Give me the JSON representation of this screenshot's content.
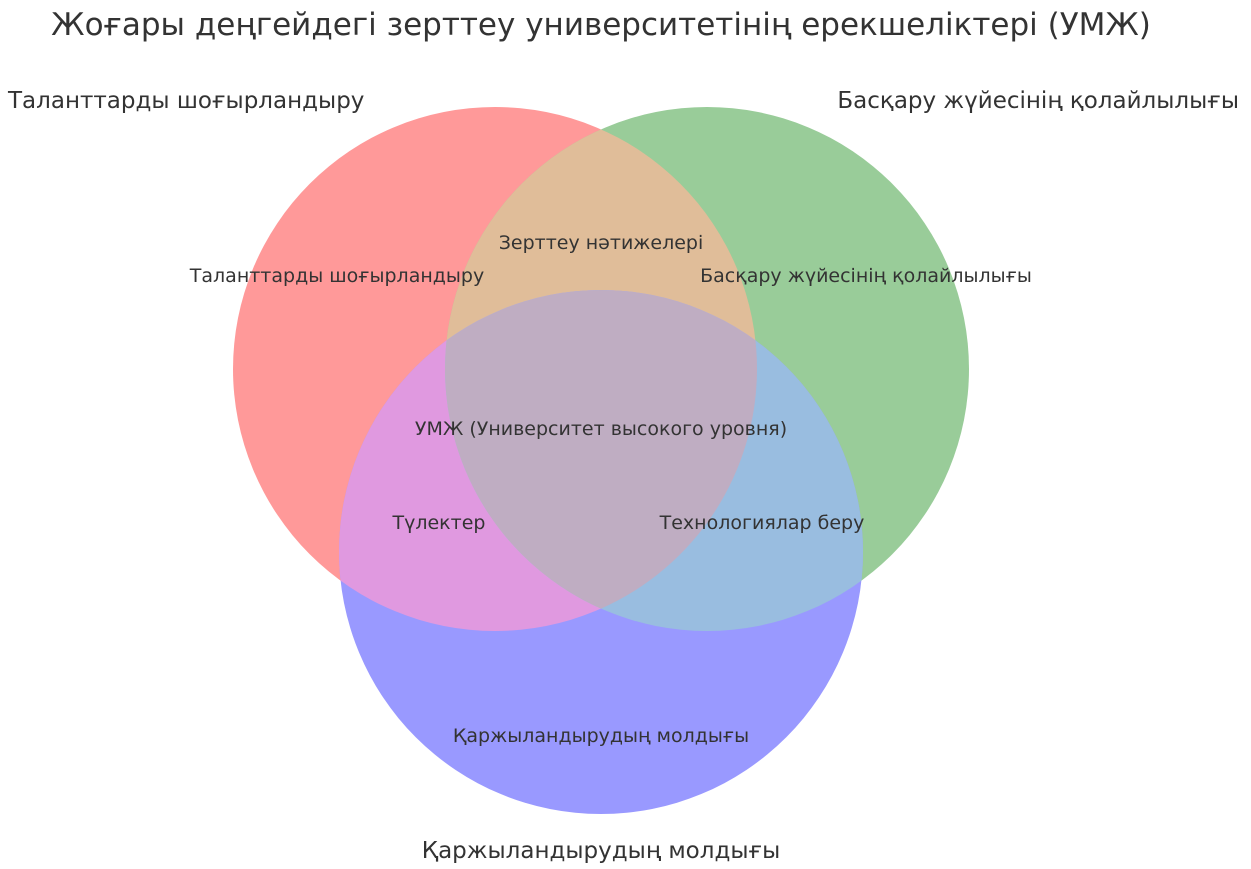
{
  "title": "Жоғары деңгейдегі зерттеу университетінің ерекшеліктері (УМЖ)",
  "sets": [
    {
      "name": "Таланттарды шоғырландыру",
      "color": "#ff9999"
    },
    {
      "name": "Басқару жүйесінің қолайлылығы",
      "color": "#99cc99"
    },
    {
      "name": "Қаржыландырудың молдығы",
      "color": "#9999ff"
    }
  ],
  "regions": {
    "talent_only": "Таланттарды шоғырландыру",
    "governance_only": "Басқару жүйесінің қолайлылығы",
    "funding_only": "Қаржыландырудың молдығы",
    "talent_governance": "Зерттеу нәтижелері",
    "talent_funding": "Түлектер",
    "governance_funding": "Технологиялар беру",
    "center": "УМЖ (Университет высокого уровня)"
  },
  "overlap_colors": {
    "talent_governance": "#e0bd99",
    "talent_funding": "#e099e0",
    "governance_funding": "#99bde0",
    "center": "#bfadc2"
  }
}
